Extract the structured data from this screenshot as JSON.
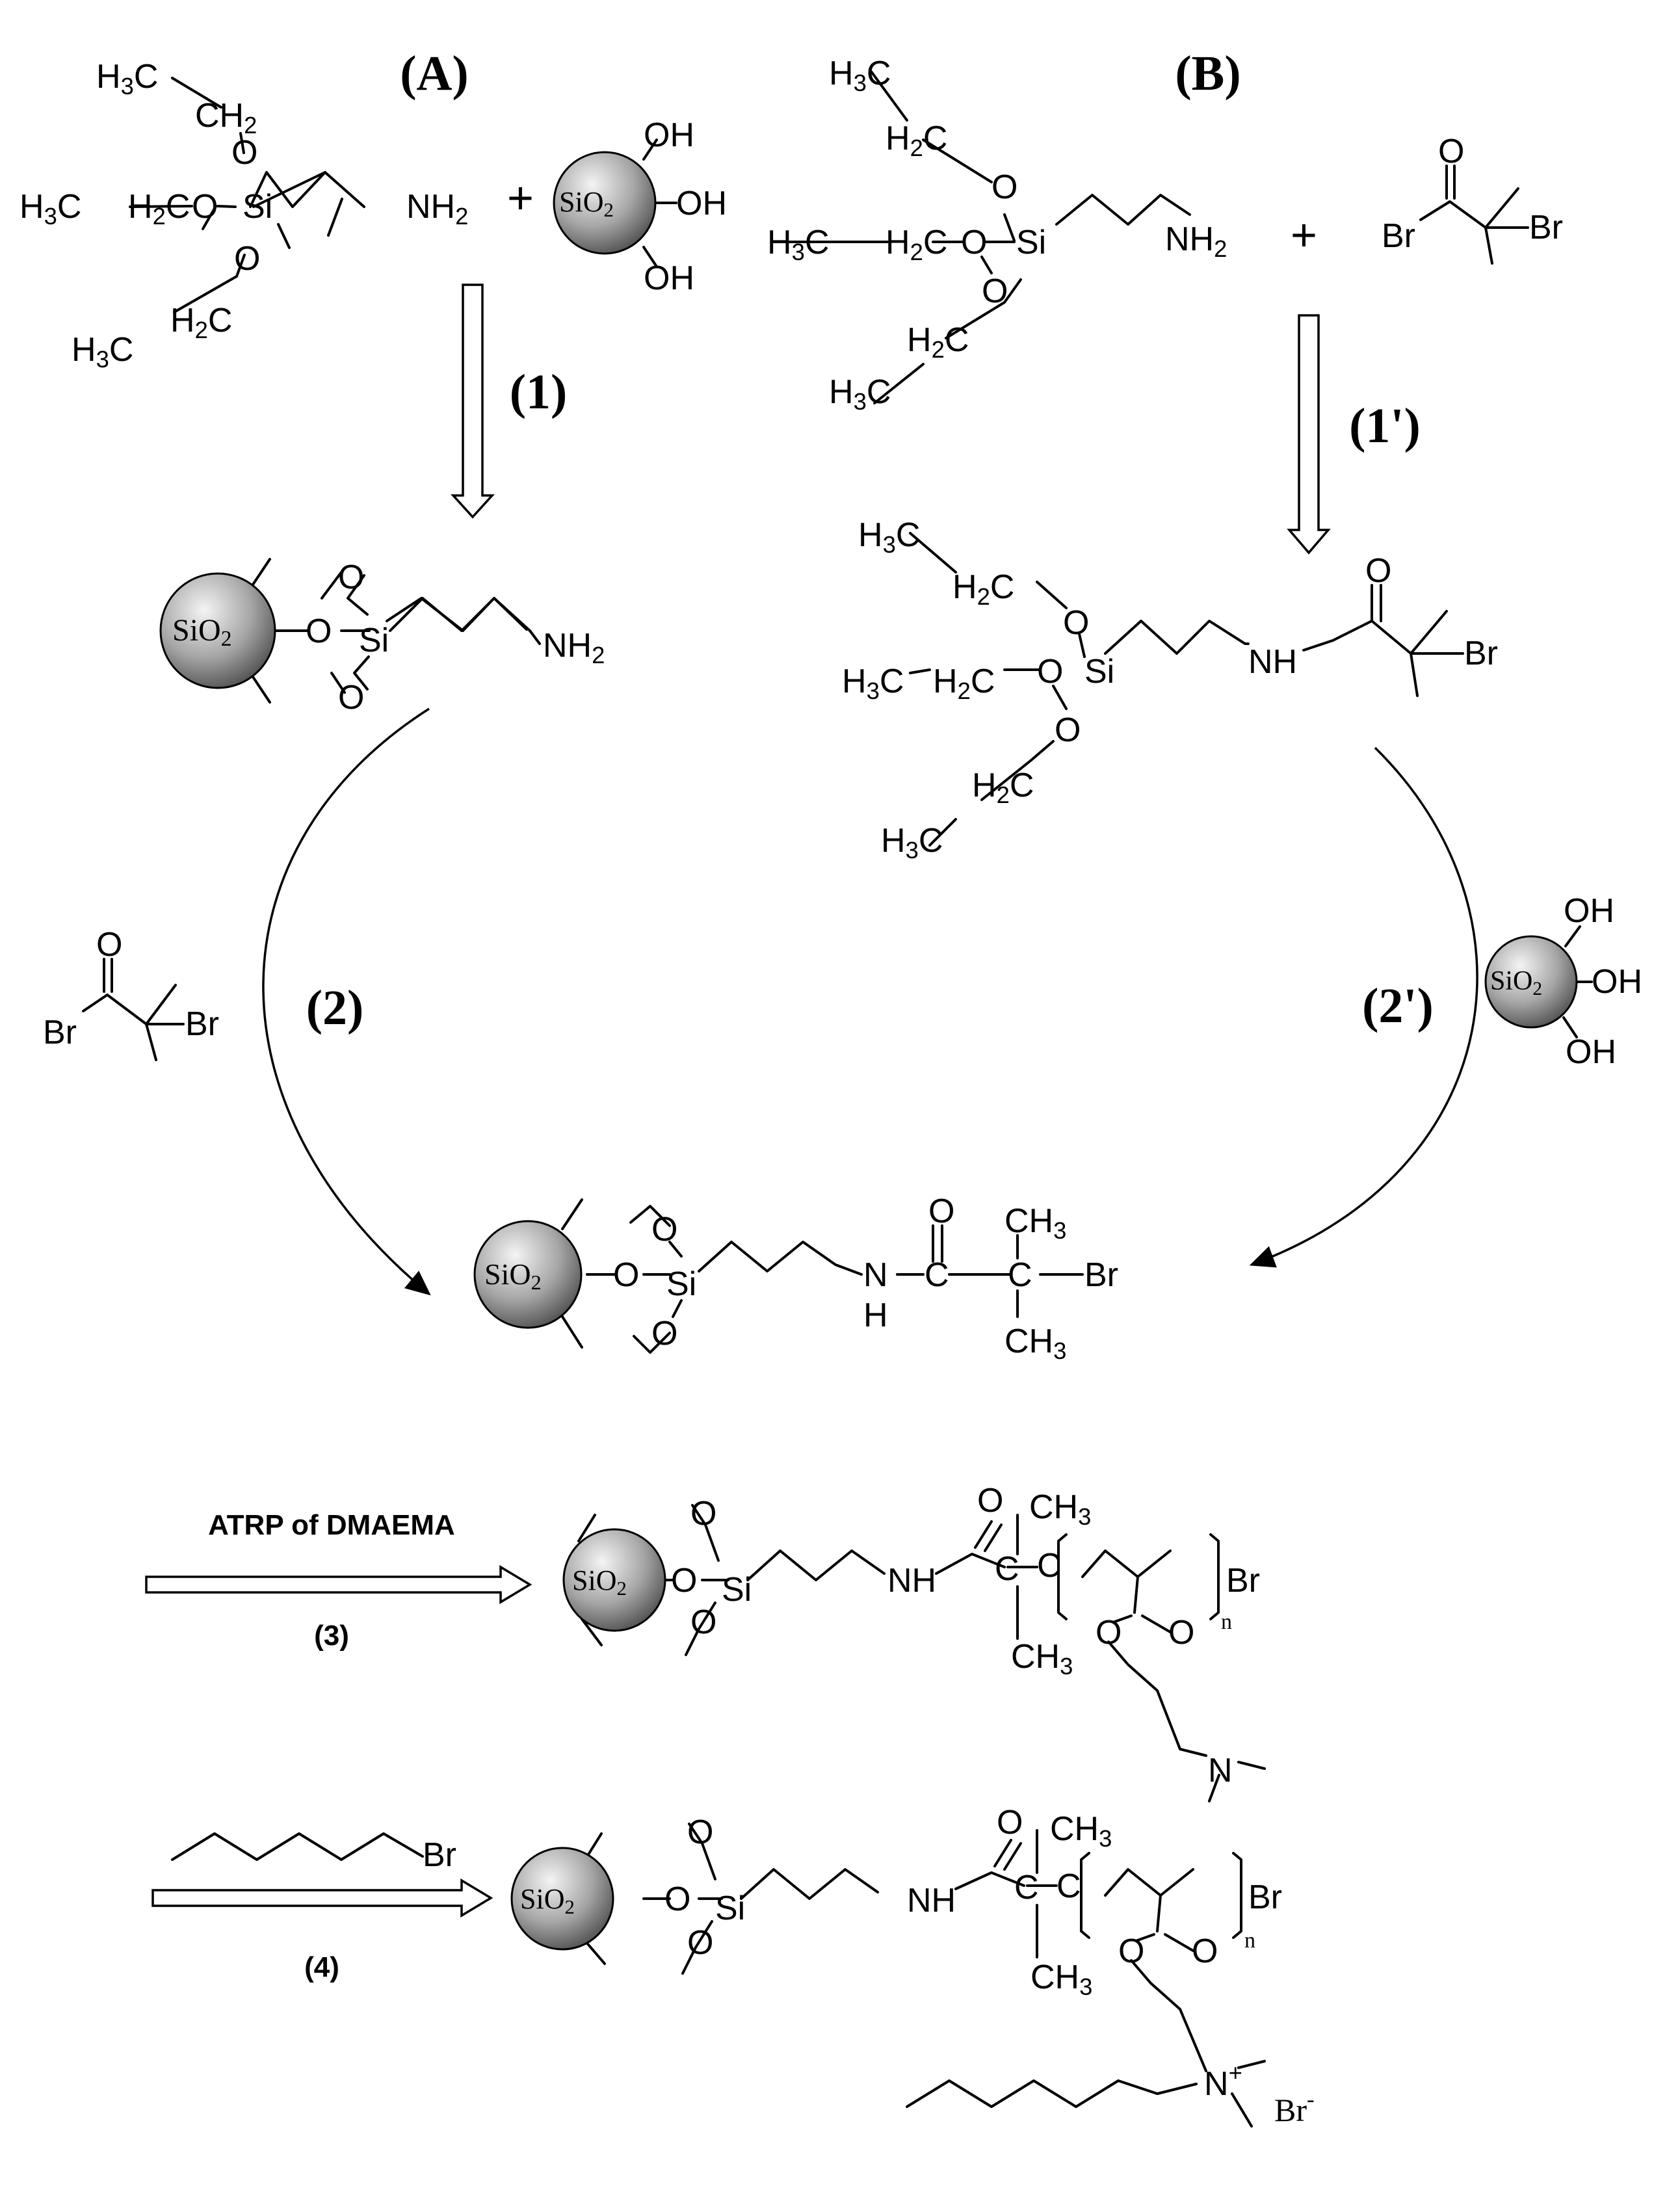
{
  "figure": {
    "panel_a": "(A)",
    "panel_b": "(B)",
    "steps": {
      "s1": "(1)",
      "s1p": "(1')",
      "s2": "(2)",
      "s2p": "(2')",
      "s3": "(3)",
      "s4": "(4)"
    },
    "atrp_label": "ATRP of DMAEMA"
  },
  "atoms": {
    "si": "Si",
    "o": "O",
    "nh": "NH",
    "n": "N",
    "h": "H",
    "br": "Br",
    "oh": "OH",
    "c": "C",
    "nh2_main": "NH",
    "nh2_sub": "2",
    "h3c_main": "H",
    "h3c_sub": "3",
    "h3c_tail": "C",
    "h2c_main": "H",
    "h2c_sub": "2",
    "h2c_tail": "C",
    "ch2_main": "CH",
    "ch2_sub": "2",
    "ch3_main": "CH",
    "ch3_sub": "3",
    "sio2_main": "SiO",
    "sio2_sub": "2",
    "n_index": "n",
    "plus": "+",
    "nplus_main": "N",
    "nplus_sup": "+",
    "brminus_main": "Br",
    "brminus_sup": "-"
  }
}
